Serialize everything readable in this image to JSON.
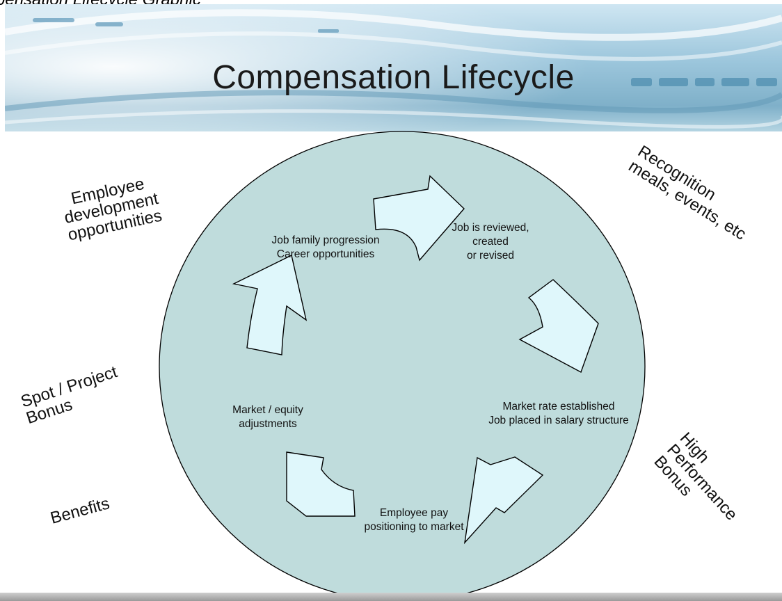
{
  "header": {
    "caption": "pensation Lifecycle Graphic",
    "title": "Compensation Lifecycle"
  },
  "cycle": [
    "Job is reviewed,\ncreated\nor revised",
    "Market rate established\nJob placed in salary structure",
    "Employee pay\npositioning to market",
    "Market / equity\nadjustments",
    "Job family progression\nCareer opportunities"
  ],
  "side_labels": {
    "recognition": "Recognition\nmeals, events, etc",
    "employee_development": "Employee\ndevelopment\nopportunities",
    "spot_project_bonus": "Spot / Project\nBonus",
    "benefits": "Benefits",
    "high_performance_bonus": "High\nPerformance\nBonus"
  },
  "colors": {
    "circle_fill": "#bfdcdc",
    "arrow_fill": "#dff7fb",
    "outline": "#000000"
  }
}
